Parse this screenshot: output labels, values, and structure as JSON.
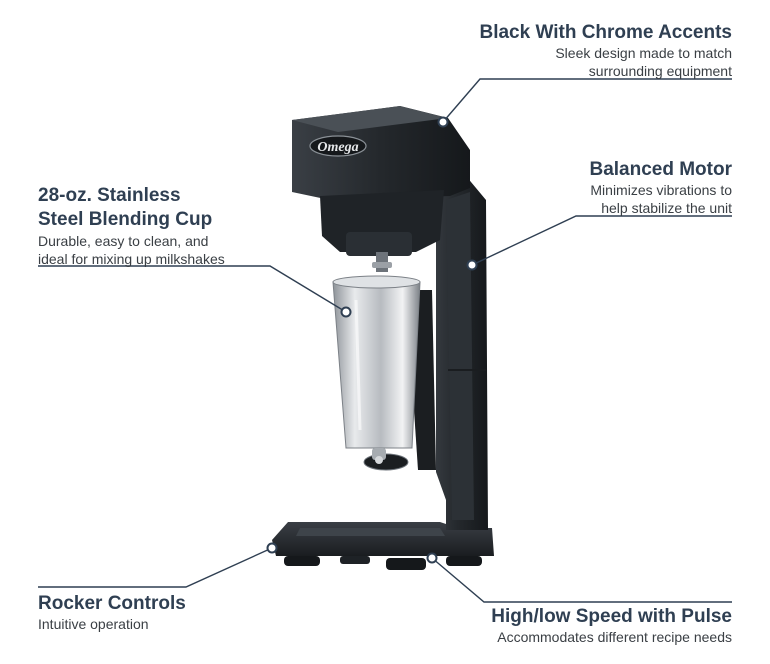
{
  "callouts": {
    "chrome": {
      "title": "Black With Chrome Accents",
      "desc_line1": "Sleek design made to match",
      "desc_line2": "surrounding equipment"
    },
    "motor": {
      "title": "Balanced Motor",
      "desc_line1": "Minimizes vibrations to",
      "desc_line2": "help stabilize the unit"
    },
    "cup": {
      "title_line1": "28-oz. Stainless",
      "title_line2": "Steel Blending Cup",
      "desc_line1": "Durable, easy to clean, and",
      "desc_line2": "ideal for mixing up milkshakes"
    },
    "rocker": {
      "title": "Rocker Controls",
      "desc": "Intuitive operation"
    },
    "speed": {
      "title": "High/low Speed with Pulse",
      "desc": "Accommodates different recipe needs"
    }
  },
  "product": {
    "brand": "Omega",
    "body_color": "#24282c",
    "cup_color": "#c9ccd0",
    "line_color": "#2f3f52"
  }
}
